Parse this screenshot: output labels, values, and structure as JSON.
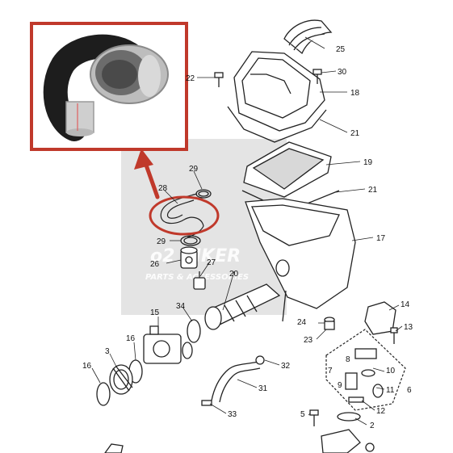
{
  "watermark": {
    "line1": "o2 BIKER",
    "line2": "PARTS & ACCESSORIES"
  },
  "colors": {
    "inset_border": "#c0392b",
    "arrow": "#c0392b",
    "highlight_ring": "#c0392b",
    "line_art": "#222222",
    "watermark_box": "#e2e2e2",
    "hose": "#1d1d1d",
    "sleeve": "#c9c9c9"
  },
  "inset_photo": {
    "subject": "air-box-hose-photo"
  },
  "callouts": {
    "n2": "2",
    "n3": "3",
    "n5": "5",
    "n6": "6",
    "n7": "7",
    "n8": "8",
    "n9": "9",
    "n10": "10",
    "n11": "11",
    "n12": "12",
    "n13": "13",
    "n14": "14",
    "n15": "15",
    "n16a": "16",
    "n16b": "16",
    "n17": "17",
    "n18": "18",
    "n19": "19",
    "n20": "20",
    "n21a": "21",
    "n21b": "21",
    "n22": "22",
    "n23": "23",
    "n24": "24",
    "n25": "25",
    "n26": "26",
    "n27": "27",
    "n28": "28",
    "n29a": "29",
    "n29b": "29",
    "n30": "30",
    "n31": "31",
    "n32": "32",
    "n33": "33",
    "n34": "34"
  }
}
